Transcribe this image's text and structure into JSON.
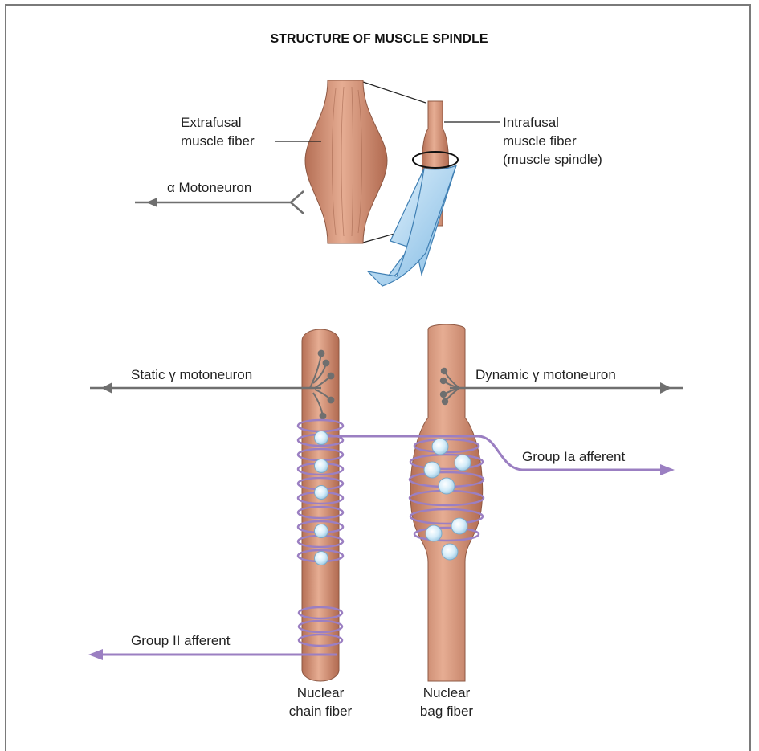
{
  "title": "STRUCTURE OF MUSCLE SPINDLE",
  "labels": {
    "extrafusal_l1": "Extrafusal",
    "extrafusal_l2": "muscle fiber",
    "intrafusal_l1": "Intrafusal",
    "intrafusal_l2": "muscle fiber",
    "intrafusal_l3": "(muscle spindle)",
    "alpha": "α Motoneuron",
    "static_gamma": "Static γ motoneuron",
    "dynamic_gamma": "Dynamic γ motoneuron",
    "group_ia": "Group Ia afferent",
    "group_ii": "Group II afferent",
    "chain_l1": "Nuclear",
    "chain_l2": "chain fiber",
    "bag_l1": "Nuclear",
    "bag_l2": "bag fiber"
  },
  "colors": {
    "frame": "#7a7a7a",
    "muscle": "#d99a7f",
    "nerve_gray": "#707070",
    "afferent_purple": "#9b7fc2",
    "nucleus": "#cfe9f7",
    "zoom_arrow": "#a8d4f0"
  }
}
